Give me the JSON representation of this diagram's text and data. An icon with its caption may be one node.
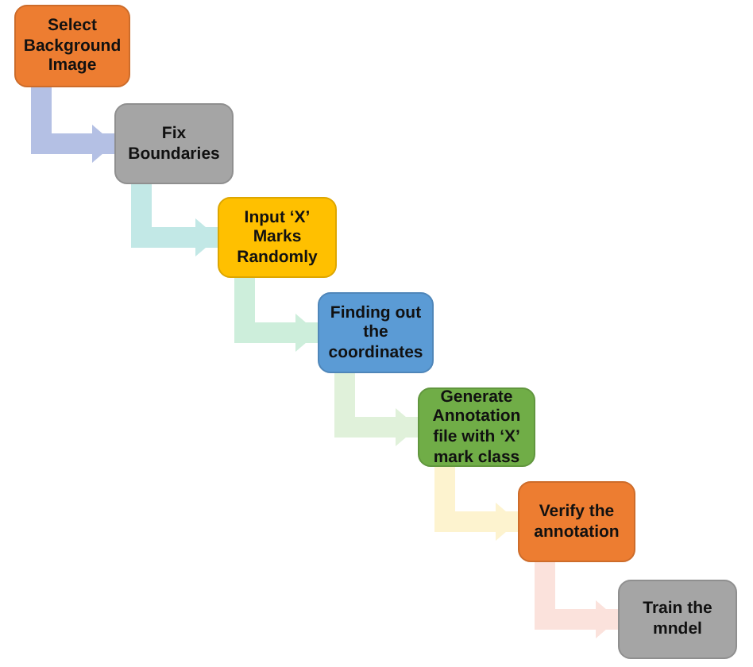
{
  "diagram": {
    "nodes": [
      {
        "text": [
          "Select Background Image"
        ]
      },
      {
        "text": [
          "Fix Boundaries"
        ]
      },
      {
        "text": [
          "Input ‘X’ Marks Randomly"
        ]
      },
      {
        "text": [
          "Finding out the coordinates"
        ]
      },
      {
        "text": [
          "Generate Annotation file with ‘X’ mark class"
        ]
      },
      {
        "text": [
          "Verify the annotation"
        ]
      },
      {
        "text": [
          "Train the mndel"
        ]
      }
    ],
    "edges": [
      {
        "from": 0,
        "to": 1,
        "arrow": "to",
        "color": "#b4c0e4"
      },
      {
        "from": 1,
        "to": 2,
        "arrow": "to",
        "color": "#c2e8e6"
      },
      {
        "from": 2,
        "to": 3,
        "arrow": "to",
        "color": "#cdeedb"
      },
      {
        "from": 3,
        "to": 4,
        "arrow": "to",
        "color": "#e0f1da"
      },
      {
        "from": 4,
        "to": 5,
        "arrow": "to",
        "color": "#fdf3cf"
      },
      {
        "from": 5,
        "to": 6,
        "arrow": "to",
        "color": "#fbe2dc"
      }
    ]
  }
}
